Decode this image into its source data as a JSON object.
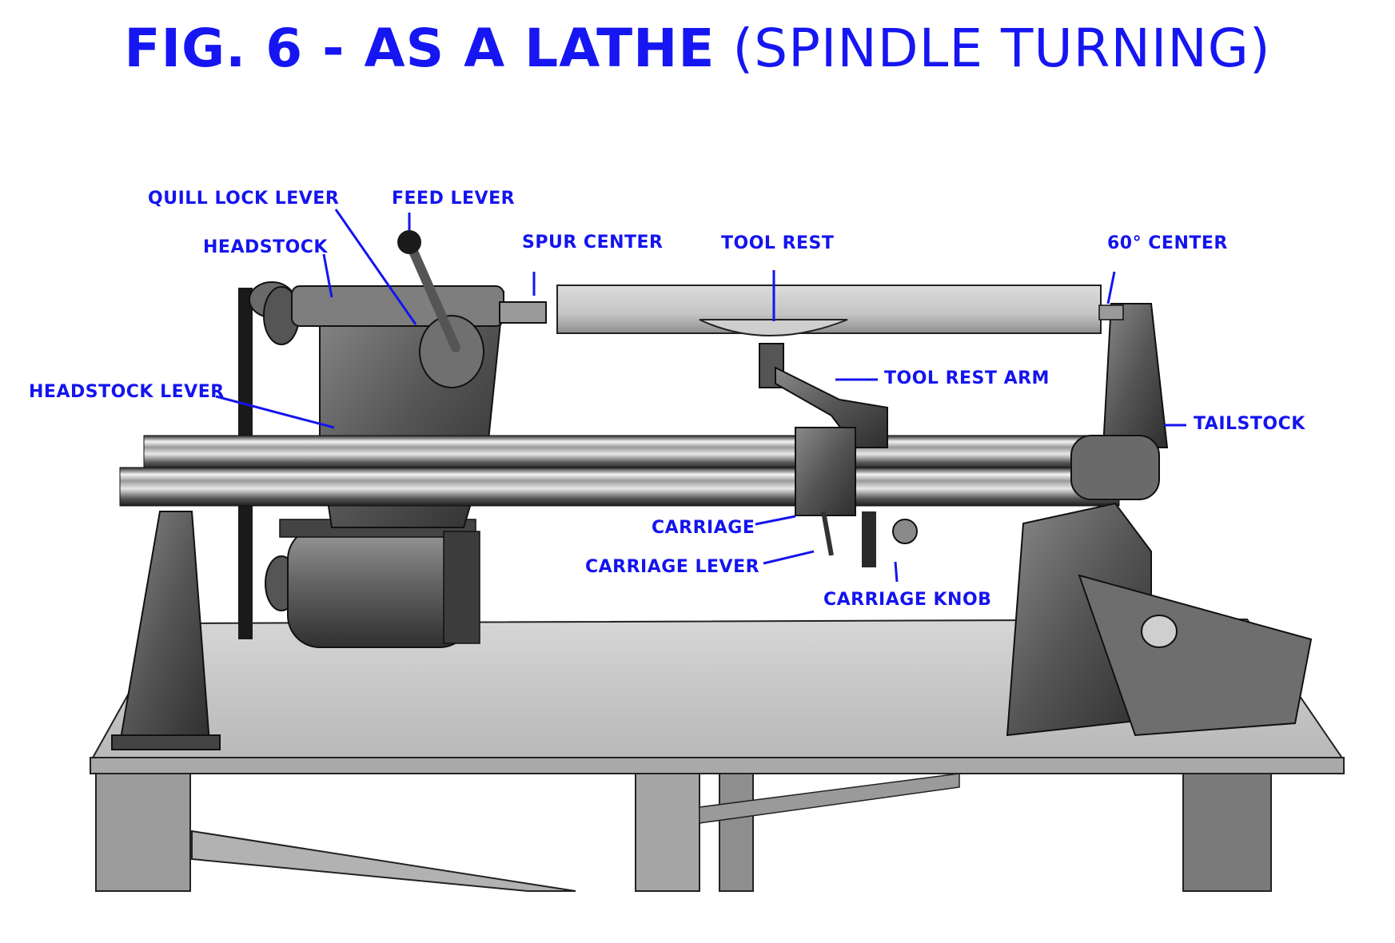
{
  "title": {
    "bold_part": "FIG. 6 - AS A LATHE",
    "plain_part": "(SPINDLE TURNING)"
  },
  "labels": {
    "quill_lock_lever": "QUILL LOCK LEVER",
    "feed_lever": "FEED LEVER",
    "headstock": "HEADSTOCK",
    "spur_center": "SPUR CENTER",
    "tool_rest": "TOOL REST",
    "sixty_center": "60° CENTER",
    "headstock_lever": "HEADSTOCK LEVER",
    "tool_rest_arm": "TOOL REST ARM",
    "tailstock": "TAILSTOCK",
    "carriage": "CARRIAGE",
    "carriage_lever": "CARRIAGE LEVER",
    "carriage_knob": "CARRIAGE KNOB"
  },
  "colors": {
    "label": "#1414ee",
    "title": "#1616f2",
    "background": "#ffffff"
  }
}
